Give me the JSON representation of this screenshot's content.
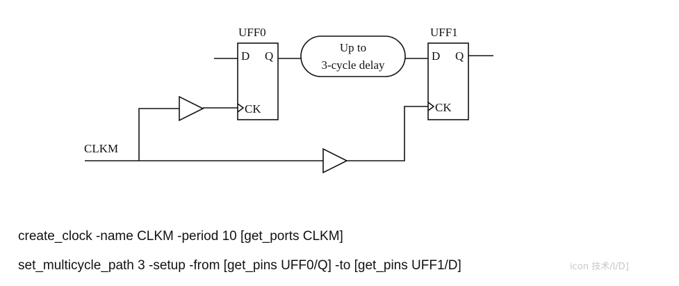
{
  "diagram": {
    "ff0": {
      "name": "UFF0",
      "pin_d": "D",
      "pin_q": "Q",
      "pin_ck": "CK"
    },
    "ff1": {
      "name": "UFF1",
      "pin_d": "D",
      "pin_q": "Q",
      "pin_ck": "CK"
    },
    "delay": {
      "line1": "Up to",
      "line2": "3-cycle delay"
    },
    "clock_label": "CLKM"
  },
  "commands": {
    "line1": "create_clock -name CLKM -period 10 [get_ports CLKM]",
    "line2": "set_multicycle_path 3 -setup -from [get_pins UFF0/Q] -to [get_pins UFF1/D]"
  },
  "watermark": "icon 技术/I/D]"
}
